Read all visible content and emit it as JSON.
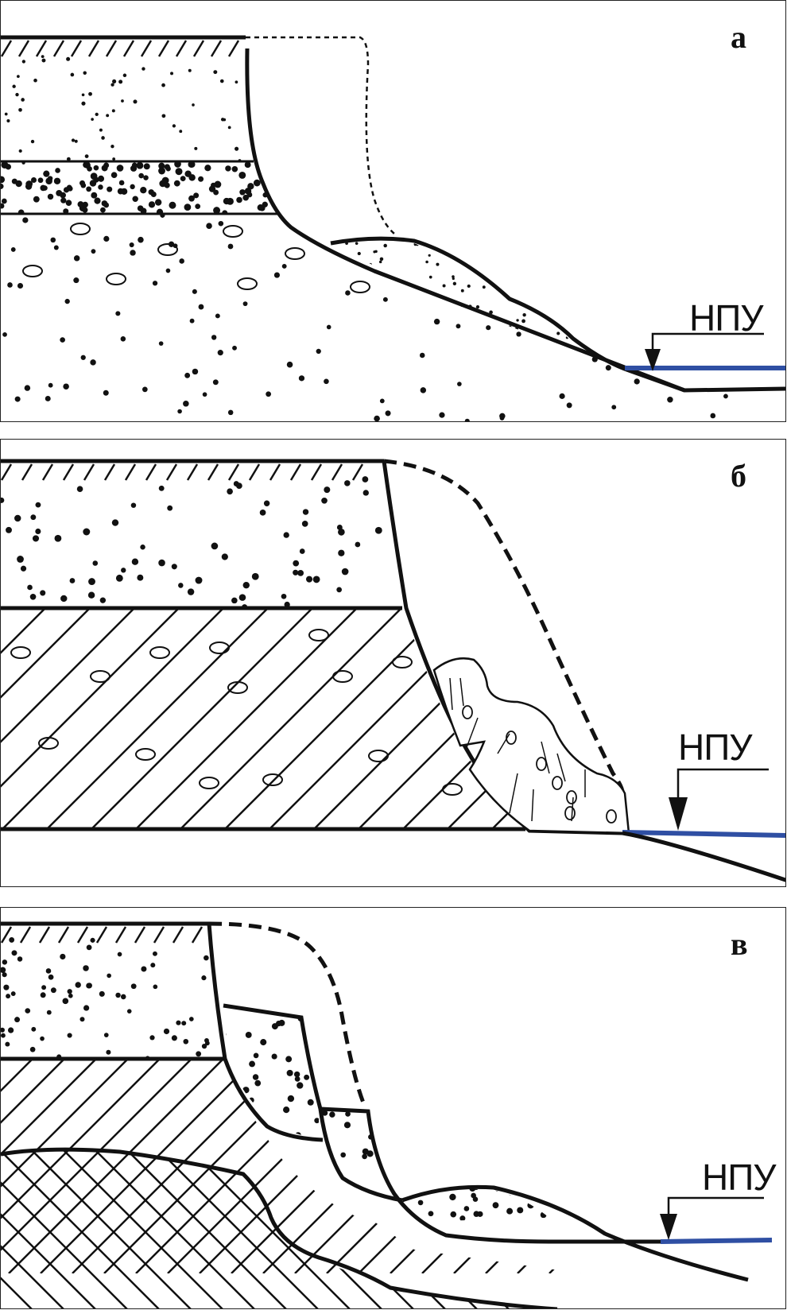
{
  "panels": [
    {
      "letter": "а",
      "water_label": "НПУ"
    },
    {
      "letter": "б",
      "water_label": "НПУ"
    },
    {
      "letter": "в",
      "water_label": "НПУ"
    }
  ],
  "colors": {
    "line": "#111111",
    "water": "#2f4fa3",
    "background": "#ffffff"
  }
}
